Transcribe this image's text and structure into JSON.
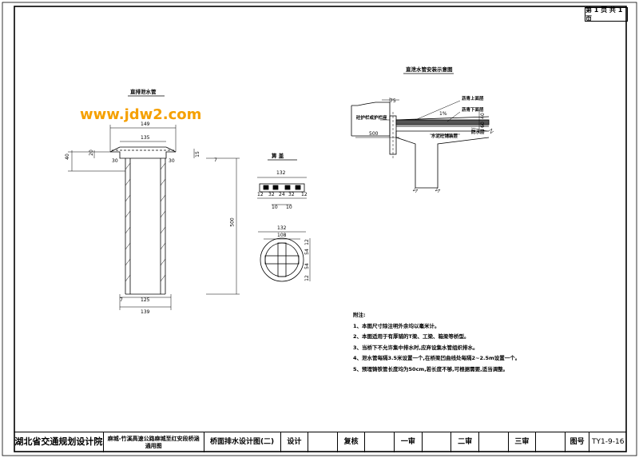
{
  "page_info": "第 1 页  共 1 页",
  "watermark": "www.jdw2.com",
  "drawings": {
    "pipe": {
      "title": "直排泄水管",
      "dims": {
        "top_width": "149",
        "inner_width": "135",
        "flange_h": "40",
        "rim_h": "20",
        "rim_w_left": "30",
        "rim_w_right": "30",
        "rim_small": "15",
        "rim_right": "7",
        "length": "500",
        "wall": "7",
        "bottom_inner": "125",
        "bottom_outer": "139"
      }
    },
    "grate": {
      "title": "箅 盖",
      "dims": {
        "width": "132",
        "t1": "12",
        "s1": "32",
        "s2": "24",
        "s3": "32",
        "t2": "12",
        "b1": "10",
        "b2": "10",
        "plan_w": "132",
        "plan_inner": "108",
        "p1": "12",
        "p2": "54",
        "p3": "54",
        "p4": "12"
      }
    },
    "install": {
      "title": "直泄水管安装示意图",
      "labels": {
        "asphalt_top": "沥青上面层",
        "asphalt_bottom": "沥青下面层",
        "waterproof": "防水层",
        "concrete": "水泥砼铺装层",
        "guardrail": "砼护栏或护栏座"
      },
      "dims": {
        "d75": "75",
        "d40": "40",
        "d60": "60",
        "d500": "500",
        "slope": "1%"
      }
    }
  },
  "notes": {
    "heading": "附注:",
    "items": [
      "1、本图尺寸除注明外余均以毫米计。",
      "2、本图适用于有厚铺的T梁、工梁、箱梁等桥型。",
      "3、当桥下不允许集中排水时,应弃设集水管组织排水。",
      "4、泄水管每隔3.5米设置一个,在桥梁凹曲线处每隔2~2.5m设置一个。",
      "5、预埋铸铁管长度均为50cm,若长度不够,可根据需要,适当调整。"
    ]
  },
  "title_block": {
    "org": "湖北省交通规划设计院",
    "project": "麻城-竹溪高速公路麻城至红安段桥涵通用图",
    "drawing_title": "桥面排水设计图(二)",
    "design": "设计",
    "review": "复核",
    "first_review": "一审",
    "second_review": "二审",
    "third_review": "三审",
    "drawing_no_label": "图号",
    "drawing_no": "TY1-9-16"
  }
}
